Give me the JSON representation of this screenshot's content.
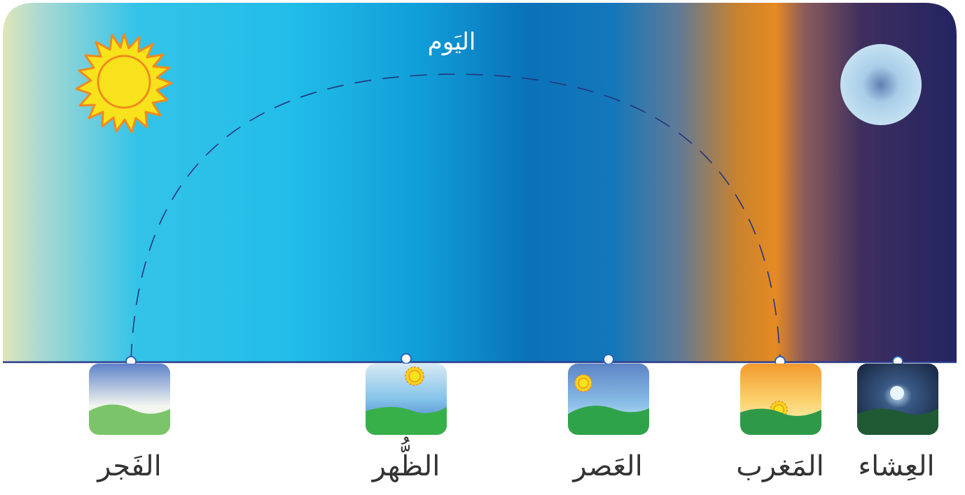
{
  "title": "اليَوم",
  "prayers": [
    {
      "id": "fajr",
      "label": "الفَجر"
    },
    {
      "id": "dhuhr",
      "label": "الظُّهر"
    },
    {
      "id": "asr",
      "label": "العَصر"
    },
    {
      "id": "maghrib",
      "label": "المَغرب"
    },
    {
      "id": "isha",
      "label": "العِشاء"
    }
  ],
  "colors": {
    "dawn": "#dfe6b8",
    "sky": "#22bde9",
    "midday": "#0a72b8",
    "sunset": "#e68a22",
    "night": "#232462",
    "horizon_line": "#2a3a8c",
    "sun": "#f7e21b",
    "sun_outline": "#f08a1e",
    "moon": "#b9dbef",
    "grass": "#3aa84a"
  }
}
